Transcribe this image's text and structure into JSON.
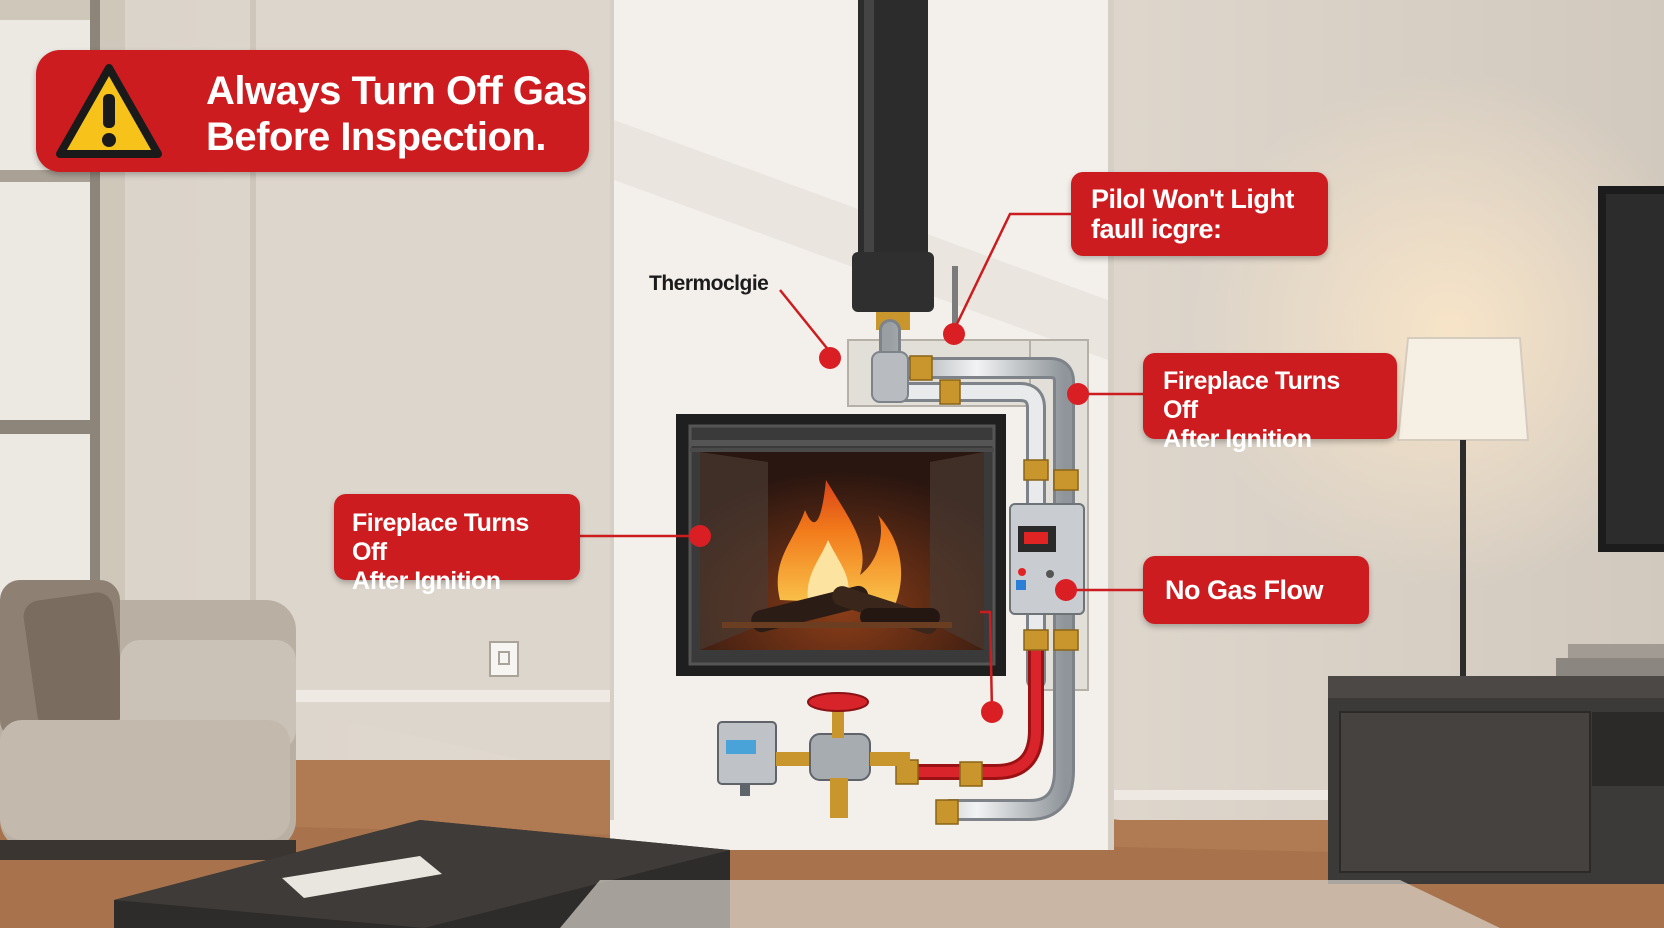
{
  "warning": {
    "line1": "Always Turn Off Gas",
    "line2": "Before Inspection."
  },
  "labels": {
    "thermocouple": "Thermoclgie",
    "pilot_line1": "Pilol Won't Light",
    "pilot_line2": "faull icgre:",
    "right_line1": "Fireplace Turns Off",
    "right_line2": "After Ignition",
    "left_line1": "Fireplace Turns Off",
    "left_line2": "After Ignition",
    "no_gas": "No Gas Flow"
  },
  "colors": {
    "accent": "#cc1c1f",
    "warning_yellow": "#f7c21a",
    "wall": "#e6e0d8",
    "floor": "#b07a52",
    "fire": "#f27a1a"
  },
  "icons": [
    "warning-triangle-icon"
  ]
}
